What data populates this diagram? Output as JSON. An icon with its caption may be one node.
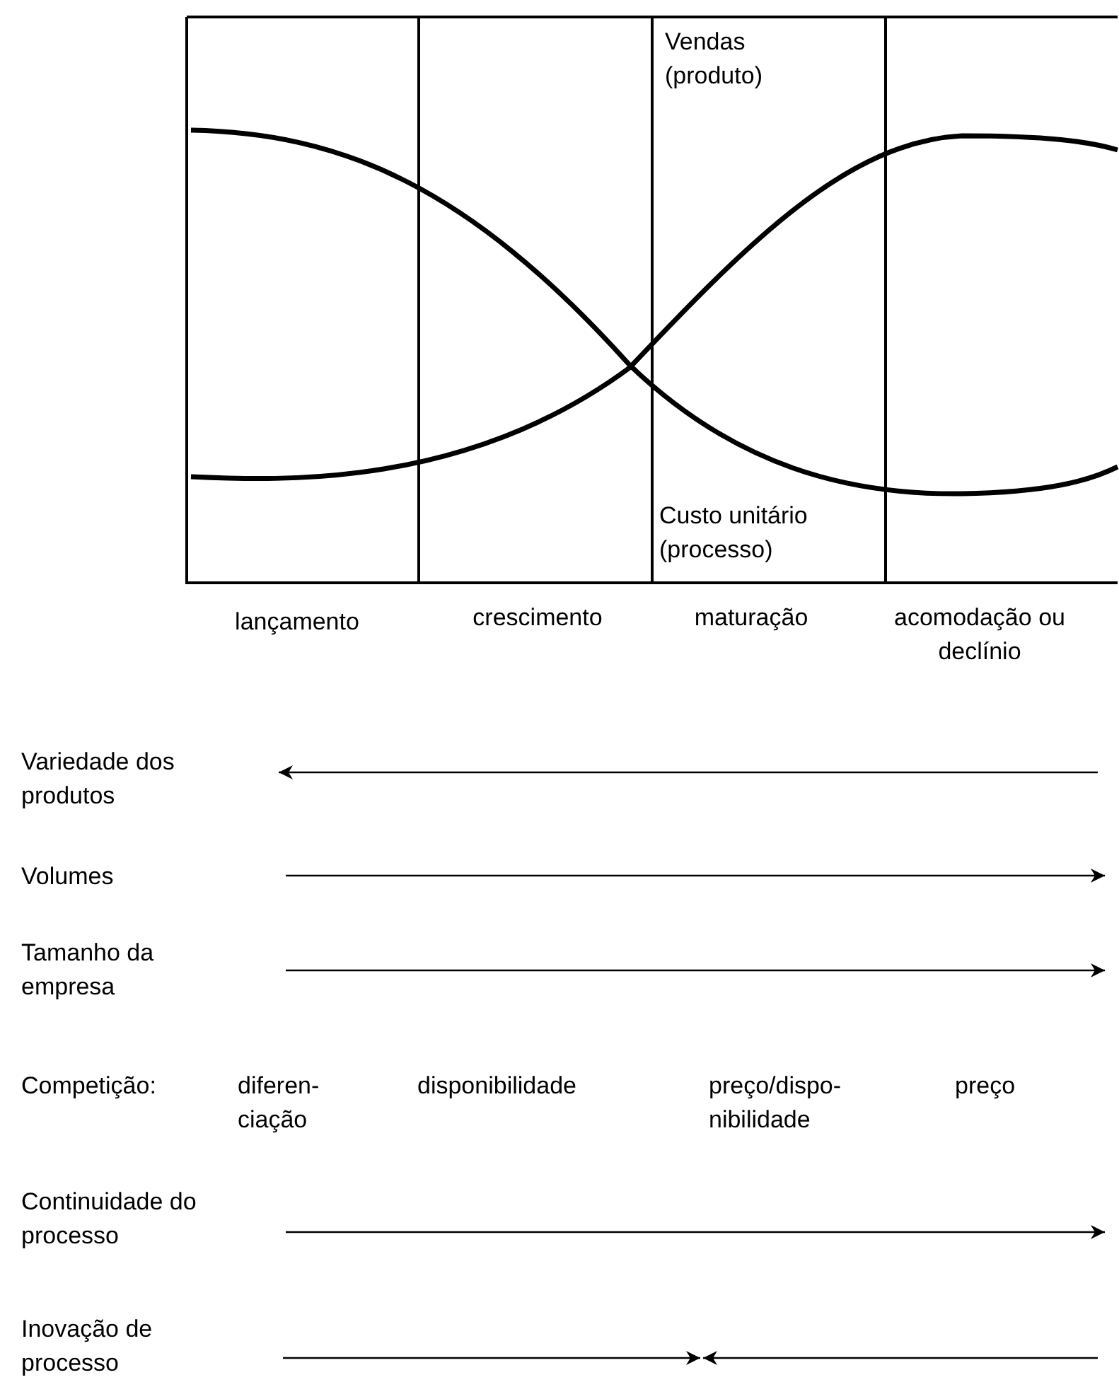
{
  "diagram": {
    "labels": [
      "Vendas (produto)",
      "Custo unitário (processo)",
      "lançamento",
      "crescimento",
      "maturação",
      "acomodação ou declínio",
      "Variedade dos produtos",
      "Volumes",
      "Tamanho da empresa",
      "Competição:",
      "diferen- ciação",
      "disponibilidade",
      "preço/dispo- nibilidade",
      "preço",
      "Continuidade do processo",
      "Inovação de processo"
    ]
  }
}
